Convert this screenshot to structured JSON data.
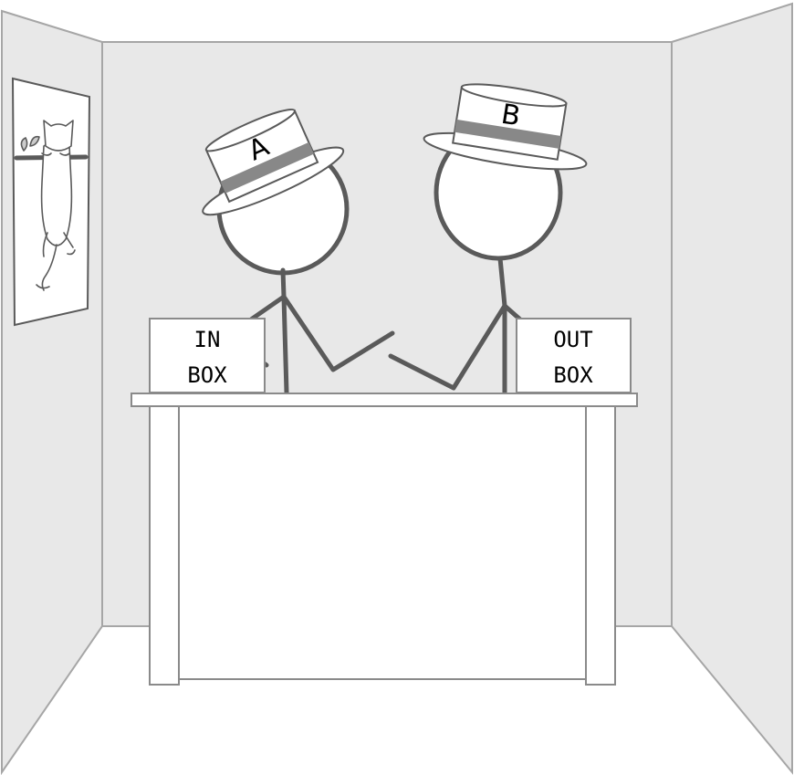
{
  "colors": {
    "wall": "#e8e8e8",
    "floor": "#ffffff",
    "line": "#5a5a5a",
    "panel_edge": "#a6a6a6",
    "hat_band": "#888888"
  },
  "person_a": {
    "hat_label": "A"
  },
  "person_b": {
    "hat_label": "B"
  },
  "in_box": {
    "line1": "IN",
    "line2": "BOX"
  },
  "out_box": {
    "line1": "OUT",
    "line2": "BOX"
  },
  "poster": {
    "icon": "hanging-cat-icon"
  }
}
